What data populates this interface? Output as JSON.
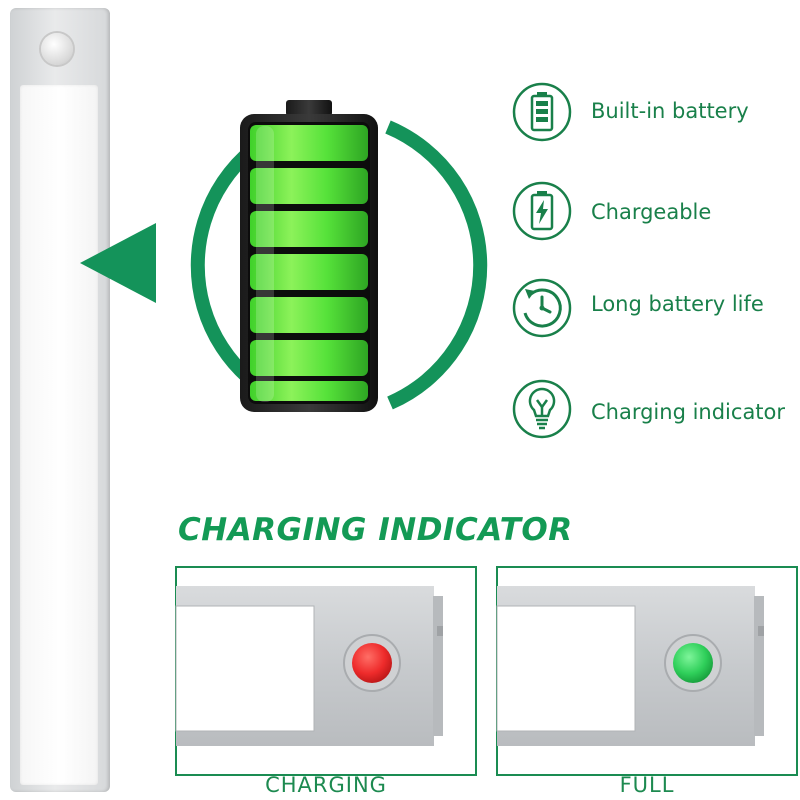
{
  "features": [
    {
      "label": "Built-in battery",
      "icon": "battery-icon"
    },
    {
      "label": "Chargeable",
      "icon": "charging-battery-icon"
    },
    {
      "label": "Long battery life",
      "icon": "clock-icon"
    },
    {
      "label": "Charging indicator",
      "icon": "lightbulb-icon"
    }
  ],
  "indicator_section": {
    "title": "CHARGING INDICATOR",
    "states": [
      {
        "label": "CHARGING",
        "led_color": "#e8282a"
      },
      {
        "label": "FULL",
        "led_color": "#2bc653"
      }
    ]
  },
  "colors": {
    "accent": "#14935a",
    "battery_fill": "#5ee63a",
    "bar_silver": "#d6d8da"
  }
}
